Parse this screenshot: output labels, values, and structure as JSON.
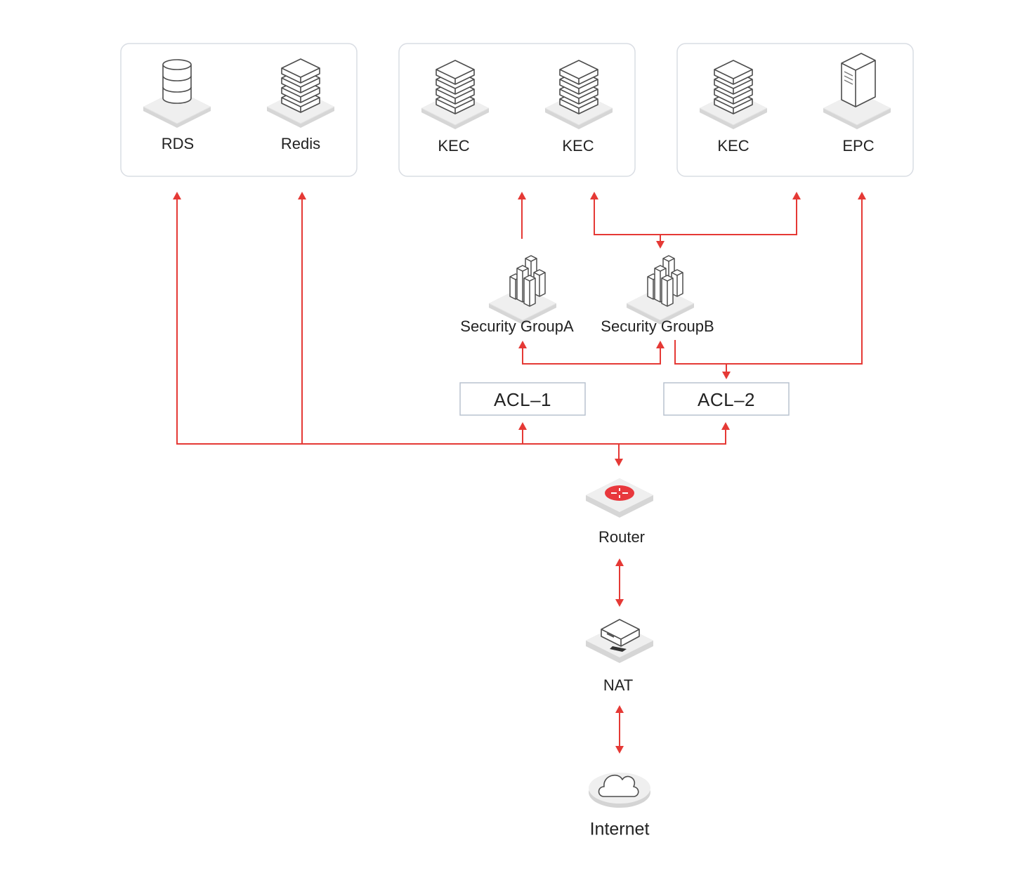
{
  "colors": {
    "link": "#e53935",
    "group_border": "#d9dde3",
    "acl_border": "#b9c2cf",
    "icon_stroke": "#5a5a5a",
    "platform": "#dcdcdc",
    "router_disc": "#e8383d"
  },
  "groups": [
    {
      "items": [
        {
          "label": "RDS",
          "icon": "database-icon"
        },
        {
          "label": "Redis",
          "icon": "cache-stack-icon"
        }
      ]
    },
    {
      "items": [
        {
          "label": "KEC",
          "icon": "server-stack-icon"
        },
        {
          "label": "KEC",
          "icon": "server-stack-icon"
        }
      ]
    },
    {
      "items": [
        {
          "label": "KEC",
          "icon": "server-stack-icon"
        },
        {
          "label": "EPC",
          "icon": "tower-server-icon"
        }
      ]
    }
  ],
  "security_groups": [
    {
      "label": "Security GroupA",
      "icon": "buildings-icon"
    },
    {
      "label": "Security GroupB",
      "icon": "buildings-icon"
    }
  ],
  "acls": [
    {
      "label": "ACL–1"
    },
    {
      "label": "ACL–2"
    }
  ],
  "router": {
    "label": "Router",
    "icon": "router-icon"
  },
  "nat": {
    "label": "NAT",
    "icon": "nat-gateway-icon"
  },
  "internet": {
    "label": "Internet",
    "icon": "cloud-icon"
  }
}
